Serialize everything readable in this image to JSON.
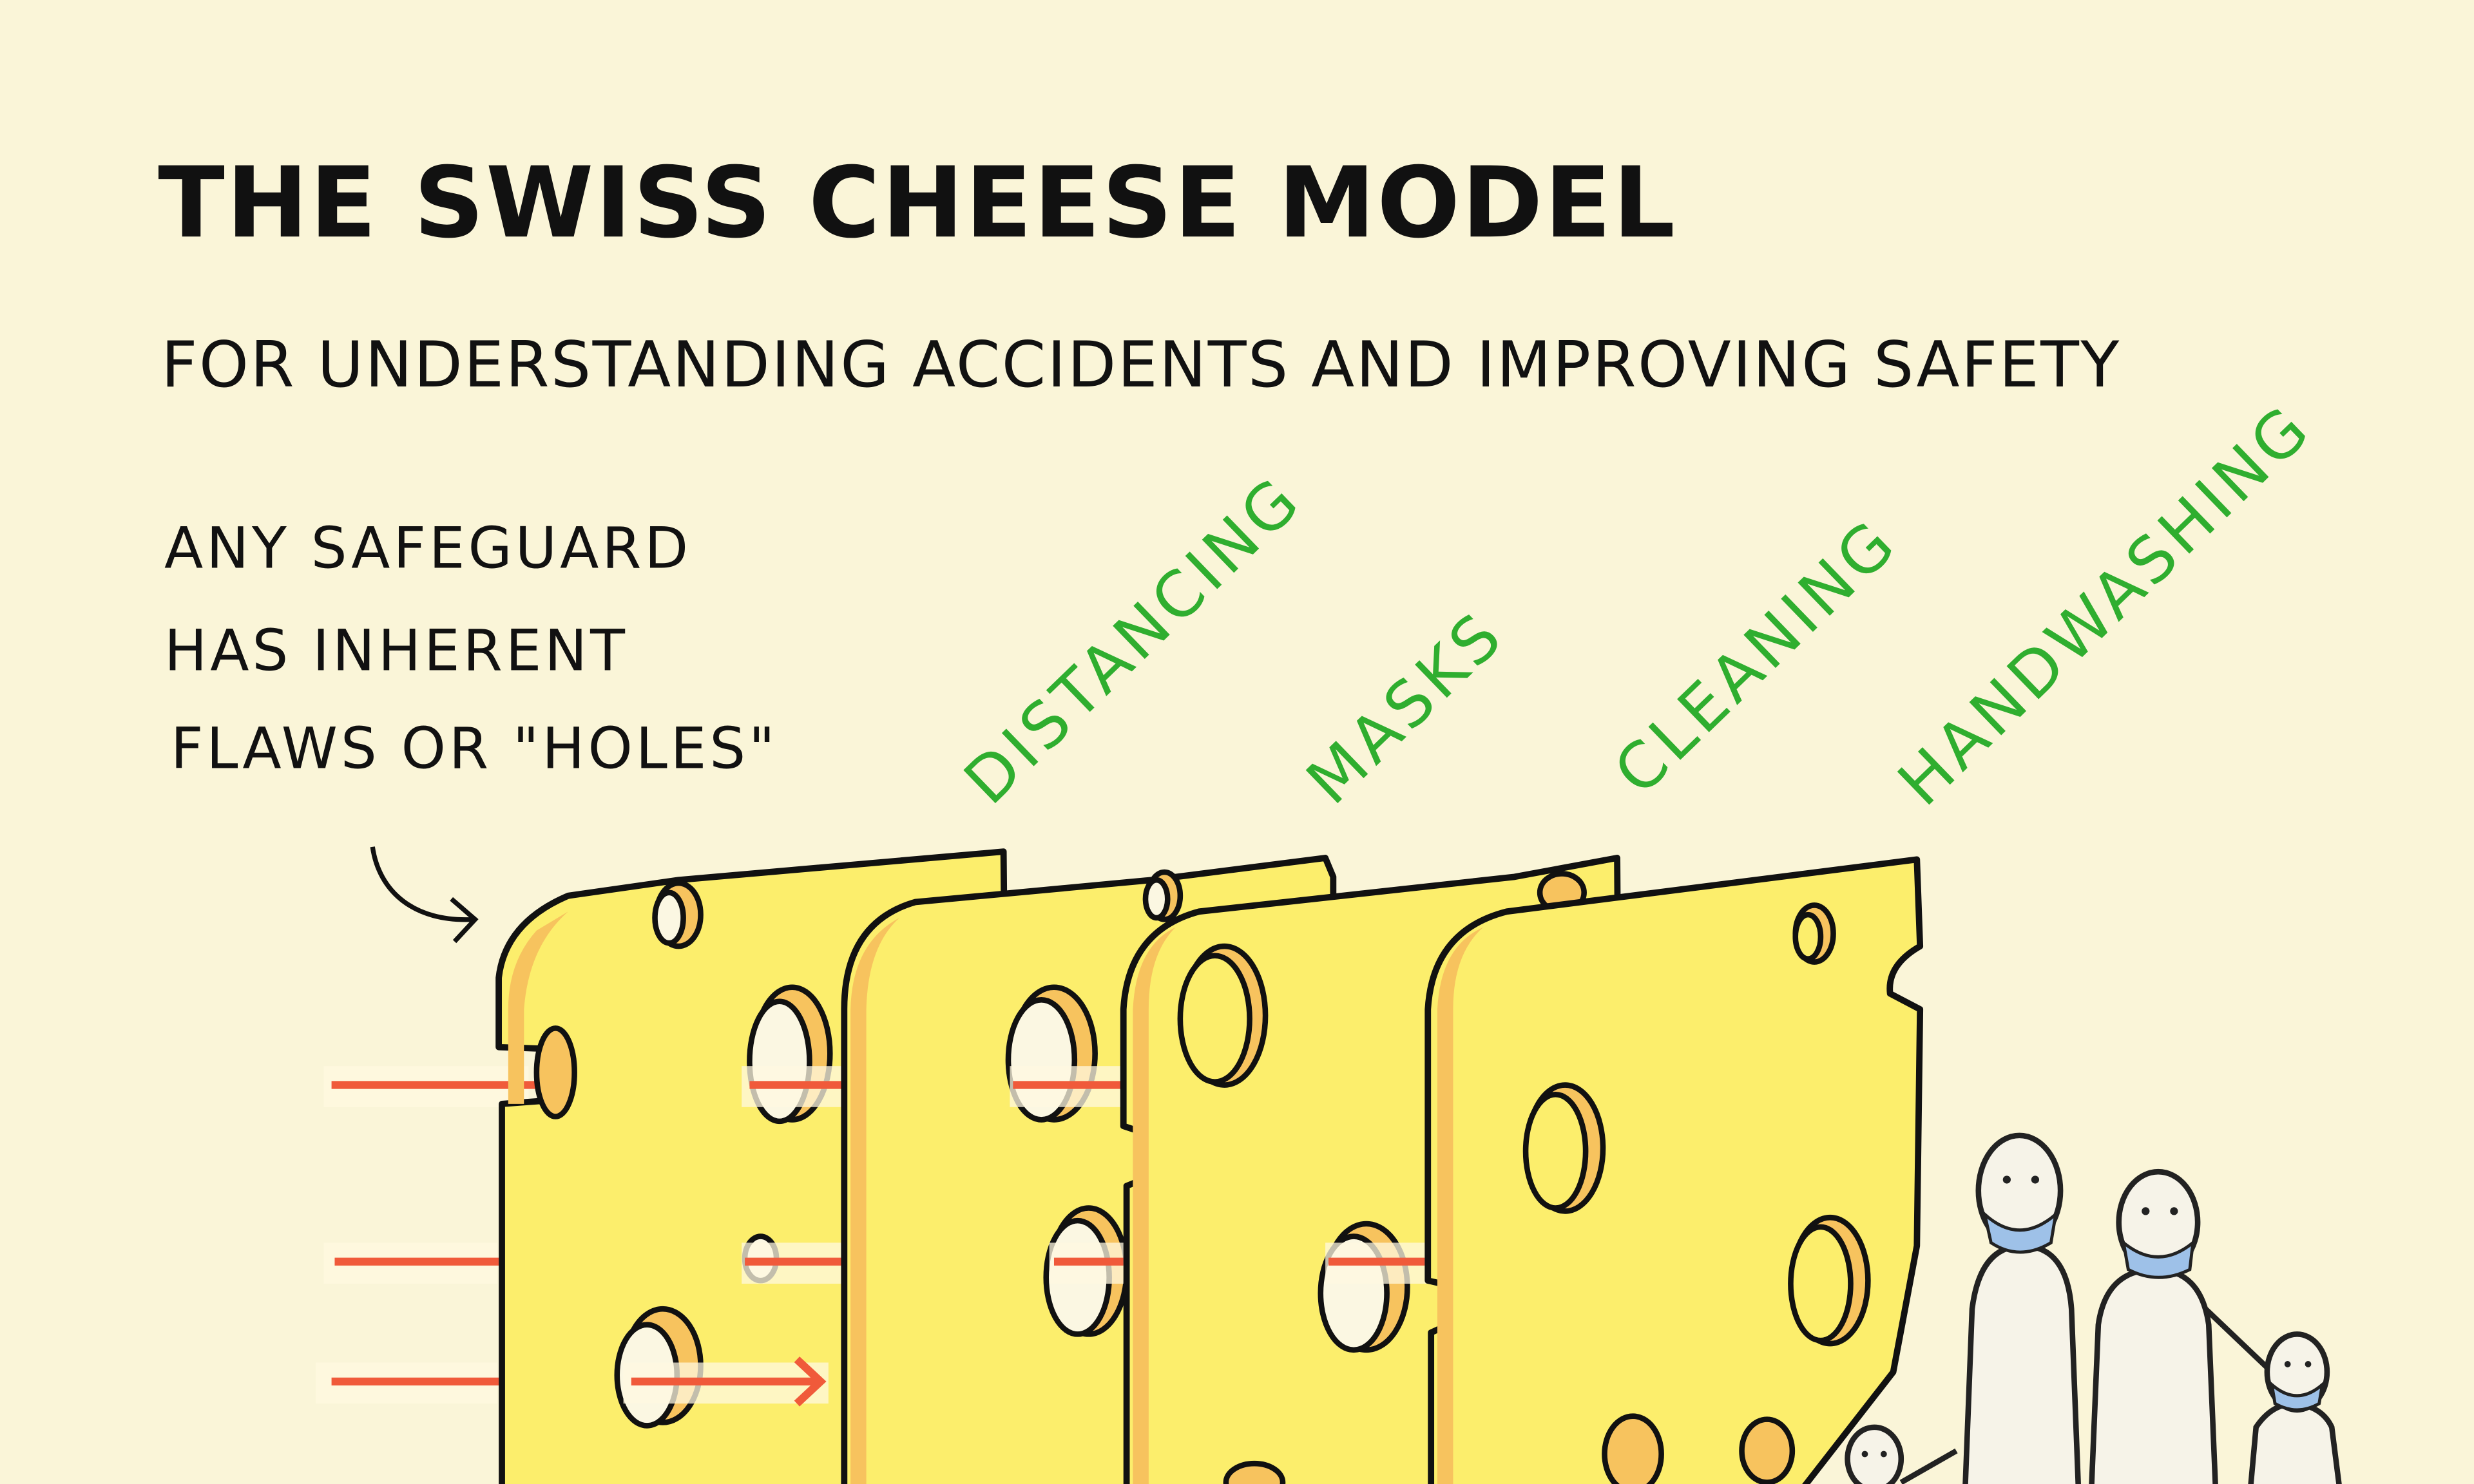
{
  "title": "THE SWISS CHEESE MODEL",
  "subtitle": "FOR UNDERSTANDING ACCIDENTS AND IMPROVING SAFETY",
  "caption": [
    "ANY SAFEGUARD",
    "HAS INHERENT",
    "FLAWS OR \"HOLES\""
  ],
  "layers": [
    {
      "label": "DISTANCING"
    },
    {
      "label": "MASKS"
    },
    {
      "label": "CLEANING"
    },
    {
      "label": "HANDWASHING"
    }
  ],
  "colors": {
    "background": "#faf5d8",
    "cheese": "#fcee6c",
    "hole_rim": "#f7c35e",
    "label": "#2fae2f",
    "ray": "#f05a3a",
    "mask": "#9ec1e8"
  }
}
